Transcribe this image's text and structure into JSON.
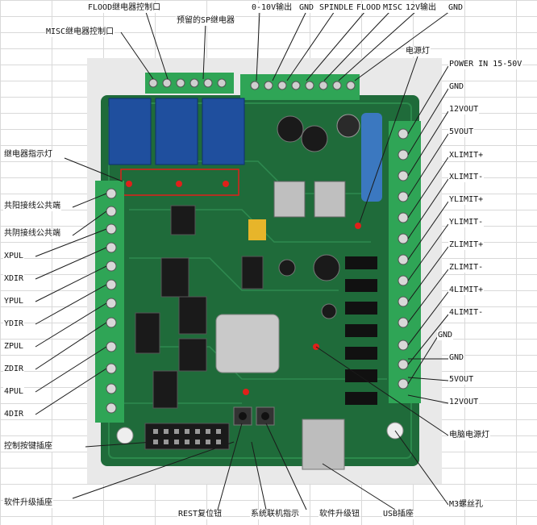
{
  "colors": {
    "pcb": "#1f6b3a",
    "pcb_dark": "#154f2b",
    "terminal": "#2fa556",
    "relay": "#1f4f9e",
    "chip": "#1a1a1a",
    "led": "#e0201a",
    "callout_line": "#1a1a1a"
  },
  "top_labels": {
    "flood_ctrl": "FLOOD继电器控制口",
    "misc_ctrl": "MISC继电器控制口",
    "sp_relay": "预留的SP继电器",
    "v010": "0-10V输出",
    "gnd_top": "GND",
    "spindle": "SPINDLE",
    "flood": "FLOOD",
    "misc": "MISC",
    "v12": "12V输出",
    "gnd_top2": "GND",
    "power_led": "电源灯"
  },
  "left_labels": {
    "relay_led": "继电器指示灯",
    "common_anode": "共阳接线公共端",
    "common_cathode": "共阴接线公共端",
    "xpul": "XPUL",
    "xdir": "XDIR",
    "ypul": "YPUL",
    "ydir": "YDIR",
    "zpul": "ZPUL",
    "zdir": "ZDIR",
    "apul": "4PUL",
    "adir": "4DIR",
    "ctrl_button_socket": "控制按键插座",
    "firmware_socket": "软件升级插座"
  },
  "right_labels": {
    "power_in": "POWER IN 15-50V",
    "gnd1": "GND",
    "v12out1": "12VOUT",
    "v5out1": "5VOUT",
    "xlim_p": "XLIMIT+",
    "xlim_m": "XLIMIT-",
    "ylim_p": "YLIMIT+",
    "ylim_m": "YLIMIT-",
    "zlim_p": "ZLIMIT+",
    "zlim_m": "ZLIMIT-",
    "alim_p": "4LIMIT+",
    "alim_m": "4LIMIT-",
    "gnd2": "GND",
    "gnd3": "GND",
    "v5out2": "5VOUT",
    "v12out2": "12VOUT",
    "pc_power_led": "电脑电源灯",
    "m3_hole": "M3螺丝孔"
  },
  "bottom_labels": {
    "reset_button": "REST复位钮",
    "link_indicator": "系统联机指示",
    "firmware_button": "软件升级钮",
    "usb_socket": "USB插座"
  }
}
